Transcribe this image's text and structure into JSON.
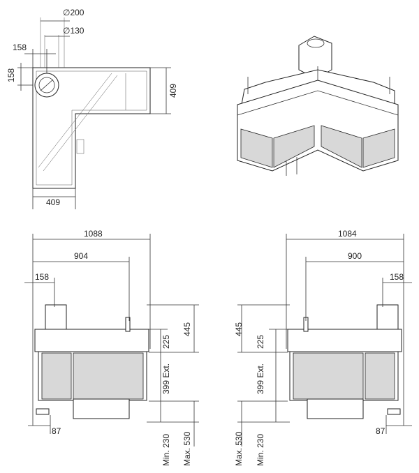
{
  "plan_view": {
    "flue_outer": "∅200",
    "flue_inner": "∅130",
    "flue_offset_x": "158",
    "flue_offset_y": "158",
    "depth_right": "409",
    "depth_bottom": "409"
  },
  "front_view_left": {
    "total_width": "1088",
    "flue_axis": "904",
    "flue_offset": "158",
    "height_445": "445",
    "height_225": "225",
    "glass_height": "399 Ext.",
    "min_height": "Min. 230",
    "max_height": "Max. 530",
    "foot_offset": "87"
  },
  "front_view_right": {
    "total_width": "1084",
    "flue_axis": "900",
    "flue_offset": "158",
    "height_445": "445",
    "height_225": "225",
    "glass_height": "399 Ext.",
    "min_height": "Min. 230",
    "max_height": "Max. 530",
    "foot_offset": "87"
  }
}
